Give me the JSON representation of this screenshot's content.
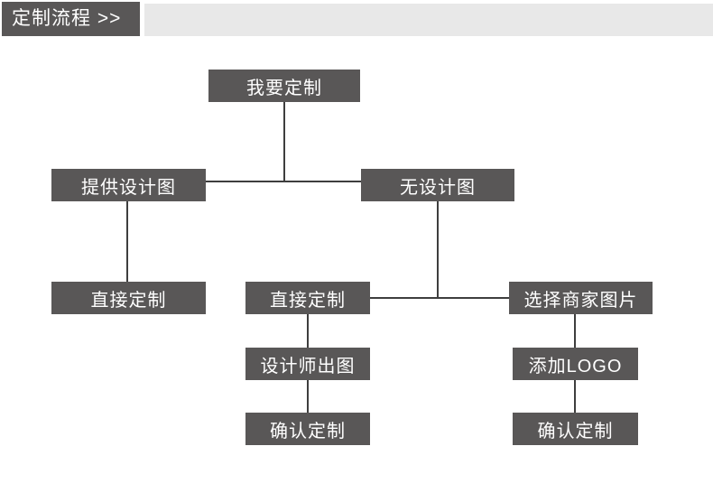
{
  "header": {
    "title": "定制流程 >>"
  },
  "flowchart": {
    "nodes": [
      {
        "label": "我要定制"
      },
      {
        "label": "提供设计图"
      },
      {
        "label": "无设计图"
      },
      {
        "label": "直接定制"
      },
      {
        "label": "直接定制"
      },
      {
        "label": "选择商家图片"
      },
      {
        "label": "设计师出图"
      },
      {
        "label": "添加LOGO"
      },
      {
        "label": "确认定制"
      },
      {
        "label": "确认定制"
      }
    ],
    "edges": [
      "我要定制 -> 提供设计图",
      "我要定制 -> 无设计图",
      "提供设计图 -> 直接定制",
      "无设计图 -> 直接定制",
      "无设计图 -> 选择商家图片",
      "直接定制 -> 设计师出图",
      "设计师出图 -> 确认定制",
      "选择商家图片 -> 添加LOGO",
      "添加LOGO -> 确认定制"
    ]
  },
  "colors": {
    "box_fill": "#595757",
    "header_strip": "#e8e8e8",
    "line": "#3e3e3e",
    "text": "#ffffff",
    "background": "#ffffff"
  }
}
